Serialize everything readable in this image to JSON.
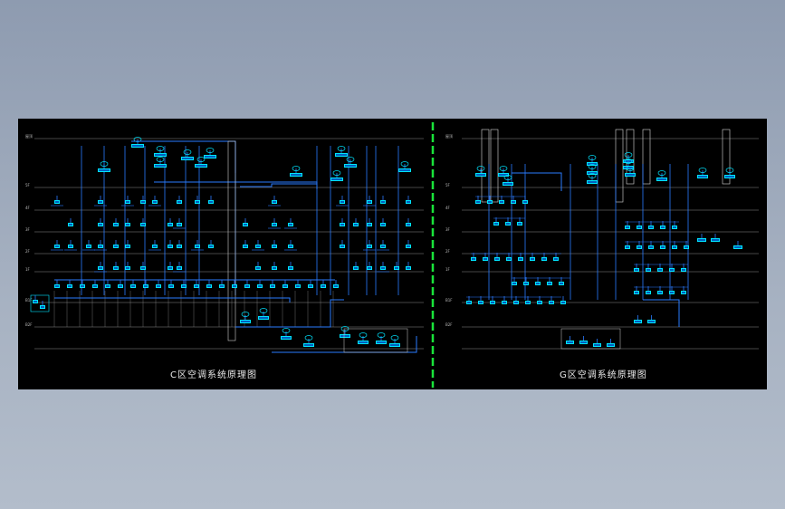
{
  "drawing": {
    "left_title": "C区空调系统原理图",
    "right_title": "G区空调系统原理图",
    "divider_color": "#19e33a",
    "line_color": "#2a7bff",
    "unit_color": "#00e5ff",
    "floor_line_color": "#c8c8c8"
  },
  "floor_labels_left": [
    "屋顶",
    "5F",
    "4F",
    "3F",
    "2F",
    "1F",
    "B1F",
    "B2F"
  ],
  "floor_labels_right": [
    "屋顶",
    "5F",
    "4F",
    "3F",
    "2F",
    "1F",
    "B1F",
    "B2F"
  ]
}
